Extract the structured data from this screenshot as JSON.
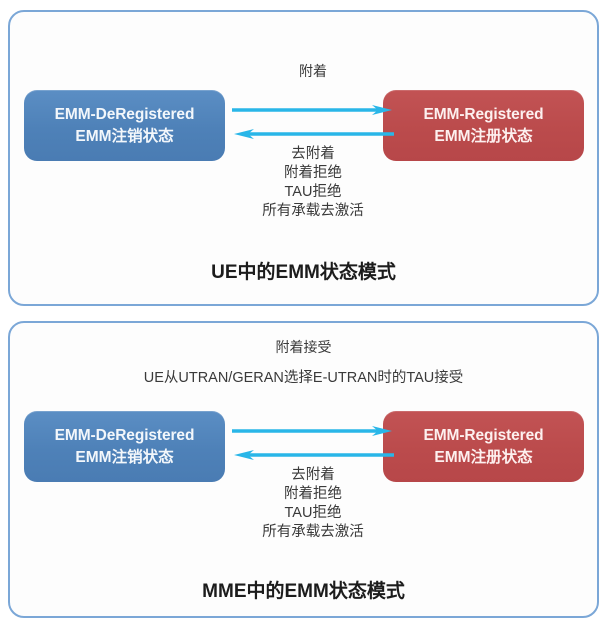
{
  "diagram": {
    "title_implicit": "EMM State Models",
    "colors": {
      "panel_border": "#7ba7d7",
      "deregistered_box": "#4e81b8",
      "registered_box": "#bb4b4c",
      "arrow": "#29b6e8",
      "label_text": "#3a3a3a",
      "panel_title_text": "#1c1c1c",
      "background": "#ffffff"
    },
    "panels": [
      {
        "id": "ue",
        "title": "UE中的EMM状态模式",
        "left_state": {
          "english": "EMM-DeRegistered",
          "chinese": "EMM注销状态"
        },
        "right_state": {
          "english": "EMM-Registered",
          "chinese": "EMM注册状态"
        },
        "forward_labels": [
          "附着"
        ],
        "reverse_labels": [
          "去附着",
          "附着拒绝",
          "TAU拒绝",
          "所有承载去激活"
        ],
        "forward_arrow_direction": "right",
        "reverse_arrow_direction": "left"
      },
      {
        "id": "mme",
        "title": "MME中的EMM状态模式",
        "left_state": {
          "english": "EMM-DeRegistered",
          "chinese": "EMM注销状态"
        },
        "right_state": {
          "english": "EMM-Registered",
          "chinese": "EMM注册状态"
        },
        "forward_labels": [
          "附着接受",
          "UE从UTRAN/GERAN选择E-UTRAN时的TAU接受"
        ],
        "reverse_labels": [
          "去附着",
          "附着拒绝",
          "TAU拒绝",
          "所有承载去激活"
        ],
        "forward_arrow_direction": "right",
        "reverse_arrow_direction": "left"
      }
    ]
  }
}
